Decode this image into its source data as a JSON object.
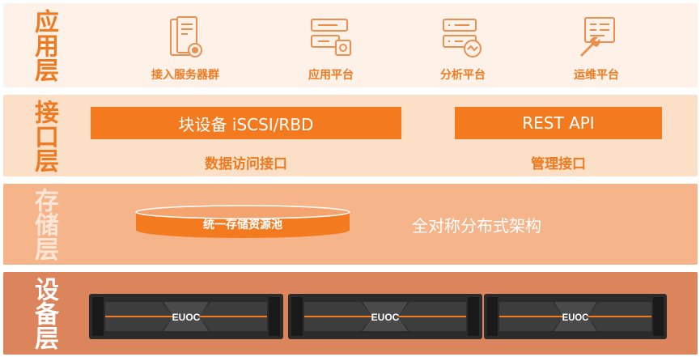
{
  "layers": {
    "application": {
      "title": "应用层",
      "items": [
        {
          "label": "接入服务器群",
          "icon": "server-group-icon"
        },
        {
          "label": "应用平台",
          "icon": "application-platform-icon"
        },
        {
          "label": "分析平台",
          "icon": "analysis-platform-icon"
        },
        {
          "label": "运维平台",
          "icon": "ops-platform-icon"
        }
      ]
    },
    "interface": {
      "title": "接口层",
      "block_bar": "块设备 iSCSI/RBD",
      "block_caption": "数据访问接口",
      "rest_bar": "REST API",
      "rest_caption": "管理接口"
    },
    "storage": {
      "title": "存储层",
      "pool_label": "统一存储资源池",
      "architecture": "全对称分布式架构"
    },
    "device": {
      "title": "设备层",
      "servers": [
        {
          "brand": "EUOC"
        },
        {
          "brand": "EUOC"
        },
        {
          "brand": "EUOC"
        }
      ]
    }
  },
  "colors": {
    "accent": "#f47a20",
    "application_bg": "#fdf1e8",
    "interface_bg": "#fbdfc7",
    "storage_bg": "#f6b48a",
    "device_bg": "#dc845b"
  }
}
